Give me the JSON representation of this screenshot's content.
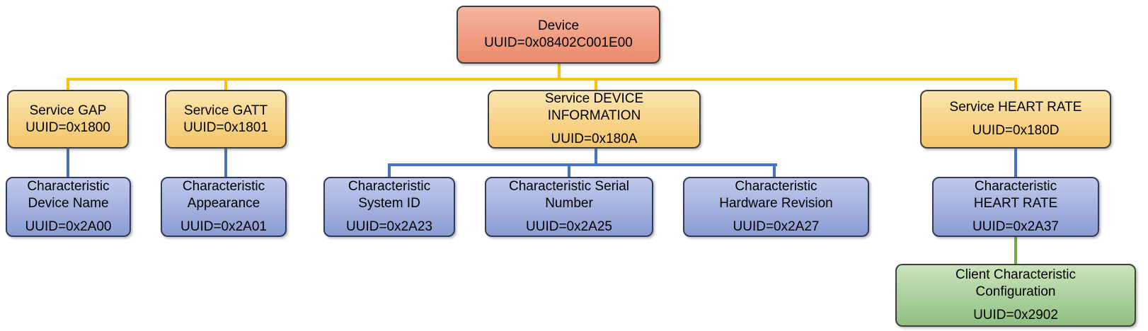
{
  "diagram": {
    "nodes": [
      {
        "kind": "device",
        "title": "Device",
        "uuid": "UUID=0x08402C001E00"
      },
      {
        "kind": "service",
        "title": "Service GAP",
        "uuid": "UUID=0x1800"
      },
      {
        "kind": "service",
        "title": "Service GATT",
        "uuid": "UUID=0x1801"
      },
      {
        "kind": "service",
        "title": "Service DEVICE\nINFORMATION",
        "uuid": "UUID=0x180A"
      },
      {
        "kind": "service",
        "title": "Service HEART RATE",
        "uuid": "UUID=0x180D"
      },
      {
        "kind": "characteristic",
        "title": "Characteristic\nDevice Name",
        "uuid": "UUID=0x2A00"
      },
      {
        "kind": "characteristic",
        "title": "Characteristic\nAppearance",
        "uuid": "UUID=0x2A01"
      },
      {
        "kind": "characteristic",
        "title": "Characteristic\nSystem ID",
        "uuid": "UUID=0x2A23"
      },
      {
        "kind": "characteristic",
        "title": "Characteristic Serial\nNumber",
        "uuid": "UUID=0x2A25"
      },
      {
        "kind": "characteristic",
        "title": "Characteristic\nHardware Revision",
        "uuid": "UUID=0x2A27"
      },
      {
        "kind": "characteristic",
        "title": "Characteristic\nHEART RATE",
        "uuid": "UUID=0x2A37"
      },
      {
        "kind": "descriptor",
        "title": "Client Characteristic\nConfiguration",
        "uuid": "UUID=0x2902"
      }
    ]
  },
  "colors": {
    "conn-yellow": "#FFC000",
    "conn-blue": "#4472C4",
    "conn-green": "#6AAE44",
    "device-top": "#F6B49E",
    "device-bottom": "#EB8A6C",
    "service-top": "#FBE5AF",
    "service-bottom": "#F3C569",
    "char-top": "#BFC9EB",
    "char-bottom": "#8B9CD3",
    "desc-top": "#CBE3BD",
    "desc-bottom": "#90BF80",
    "node-border": "#3F3F3F",
    "char-border": "#2F3A5A",
    "node-text": "#000000"
  }
}
